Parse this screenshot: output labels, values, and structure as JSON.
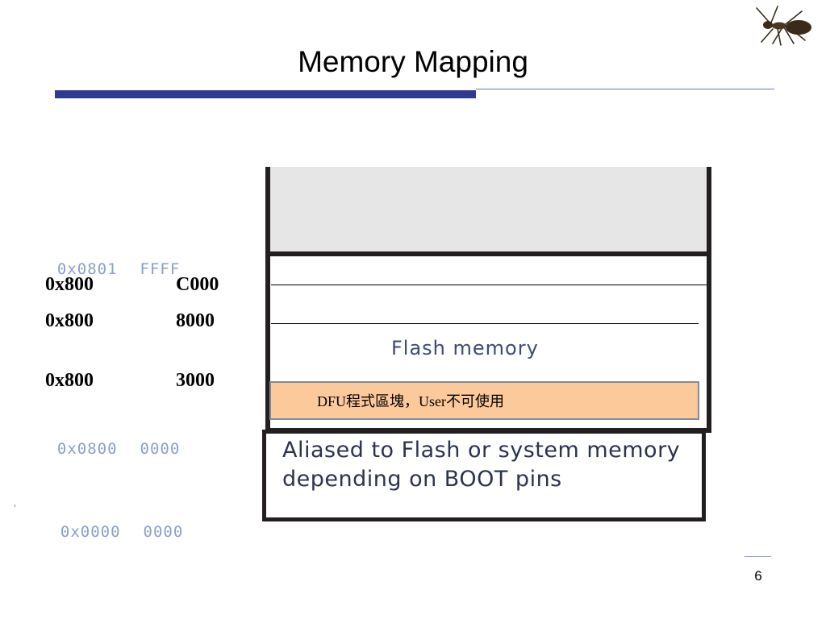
{
  "slide": {
    "title": "Memory Mapping",
    "page_number": "6"
  },
  "addresses": {
    "flash_end": {
      "high": "0x0801",
      "low": "FFFF"
    },
    "c000": {
      "high": "0x800",
      "low": "C000"
    },
    "a8000": {
      "high": "0x800",
      "low": "8000"
    },
    "a3000": {
      "high": "0x800",
      "low": "3000"
    },
    "flash_start": {
      "high": "0x0800",
      "low": "0000"
    },
    "alias_start": {
      "high": "0x0000",
      "low": "0000"
    }
  },
  "regions": {
    "flash_label": "Flash memory",
    "dfu_label": "DFU程式區塊，User不可使用",
    "alias_label": "Aliased to Flash or system memory depending on BOOT pins"
  },
  "icons": {
    "logo": "ant-icon"
  },
  "colors": {
    "title_bar": "#2e3a92",
    "dfu_fill": "#fcc99a",
    "reserved_fill": "#e6e6e6",
    "block_border": "#231f20"
  }
}
